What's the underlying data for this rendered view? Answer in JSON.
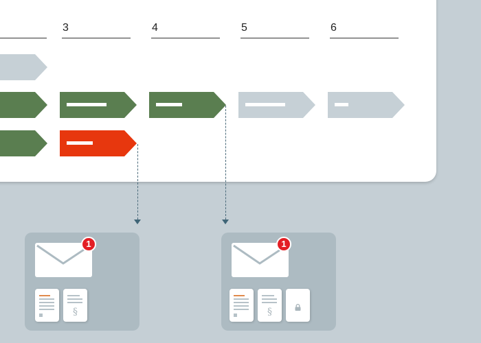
{
  "columns": [
    "3",
    "4",
    "5",
    "6"
  ],
  "notifications": [
    {
      "count": "1",
      "documents": [
        "letter",
        "paragraph"
      ]
    },
    {
      "count": "1",
      "documents": [
        "letter",
        "paragraph",
        "locked"
      ]
    }
  ],
  "colors": {
    "done": "#5a7e50",
    "pending": "#c6d0d6",
    "error": "#e7370e",
    "badge": "#e31e24",
    "card": "#ffffff",
    "background": "#c5cfd5",
    "panel": "#adbbc2"
  },
  "icons": [
    "envelope-icon",
    "letter-document-icon",
    "paragraph-document-icon",
    "locked-document-icon"
  ]
}
